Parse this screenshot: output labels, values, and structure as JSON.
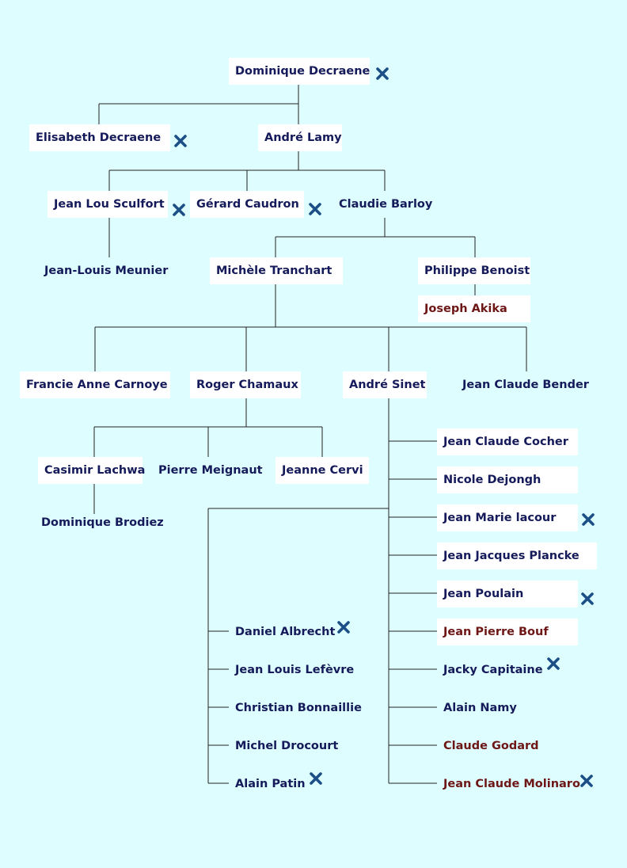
{
  "colors": {
    "background": "#ddfdff",
    "node_text": "#151a5a",
    "highlight_text": "#6e1616",
    "box_fill": "#ffffff",
    "deceased_mark": "#1b4f86"
  },
  "nodes": [
    {
      "id": "decraene_d",
      "name": "Dominique Decraene",
      "deceased": true
    },
    {
      "id": "decraene_e",
      "name": "Elisabeth Decraene",
      "deceased": true
    },
    {
      "id": "lamy",
      "name": "André Lamy",
      "deceased": false
    },
    {
      "id": "sculfort",
      "name": "Jean Lou Sculfort",
      "deceased": true
    },
    {
      "id": "caudron",
      "name": "Gérard Caudron",
      "deceased": true
    },
    {
      "id": "barloy",
      "name": "Claudie Barloy",
      "deceased": false
    },
    {
      "id": "meunier",
      "name": "Jean-Louis Meunier",
      "deceased": false
    },
    {
      "id": "tranchart",
      "name": "Michèle Tranchart",
      "deceased": false
    },
    {
      "id": "benoist",
      "name": "Philippe Benoist",
      "deceased": false
    },
    {
      "id": "akika",
      "name": "Joseph Akika",
      "deceased": false
    },
    {
      "id": "carnoye",
      "name": "Francie Anne Carnoye",
      "deceased": false
    },
    {
      "id": "chamaux",
      "name": "Roger Chamaux",
      "deceased": false
    },
    {
      "id": "sinet",
      "name": "André Sinet",
      "deceased": false
    },
    {
      "id": "bender",
      "name": "Jean Claude Bender",
      "deceased": false
    },
    {
      "id": "lachwa",
      "name": "Casimir Lachwa",
      "deceased": false
    },
    {
      "id": "meignaut",
      "name": "Pierre Meignaut",
      "deceased": false
    },
    {
      "id": "cervi",
      "name": "Jeanne Cervi",
      "deceased": false
    },
    {
      "id": "brodiez",
      "name": "Dominique Brodiez",
      "deceased": false
    },
    {
      "id": "cocher",
      "name": "Jean Claude Cocher",
      "deceased": false
    },
    {
      "id": "dejongh",
      "name": "Nicole Dejongh",
      "deceased": false
    },
    {
      "id": "lacour",
      "name": "Jean Marie lacour",
      "deceased": true
    },
    {
      "id": "plancke",
      "name": "Jean Jacques Plancke",
      "deceased": false
    },
    {
      "id": "poulain",
      "name": "Jean Poulain",
      "deceased": true
    },
    {
      "id": "bouf",
      "name": "Jean Pierre Bouf",
      "deceased": false
    },
    {
      "id": "capitaine",
      "name": "Jacky Capitaine",
      "deceased": true
    },
    {
      "id": "namy",
      "name": "Alain Namy",
      "deceased": false
    },
    {
      "id": "godard",
      "name": "Claude Godard",
      "deceased": false
    },
    {
      "id": "molinaro",
      "name": "Jean Claude Molinaro",
      "deceased": true
    },
    {
      "id": "albrecht",
      "name": "Daniel Albrecht",
      "deceased": true
    },
    {
      "id": "lefevre",
      "name": "Jean Louis Lefèvre",
      "deceased": false
    },
    {
      "id": "bonnaillie",
      "name": "Christian Bonnaillie",
      "deceased": false
    },
    {
      "id": "drocourt",
      "name": "Michel Drocourt",
      "deceased": false
    },
    {
      "id": "patin",
      "name": "Alain Patin",
      "deceased": true
    }
  ],
  "edges": [
    [
      "decraene_d",
      "decraene_e"
    ],
    [
      "decraene_d",
      "lamy"
    ],
    [
      "lamy",
      "sculfort"
    ],
    [
      "lamy",
      "caudron"
    ],
    [
      "lamy",
      "barloy"
    ],
    [
      "sculfort",
      "meunier"
    ],
    [
      "barloy",
      "tranchart"
    ],
    [
      "barloy",
      "benoist"
    ],
    [
      "benoist",
      "akika"
    ],
    [
      "tranchart",
      "carnoye"
    ],
    [
      "tranchart",
      "chamaux"
    ],
    [
      "tranchart",
      "sinet"
    ],
    [
      "tranchart",
      "bender"
    ],
    [
      "chamaux",
      "lachwa"
    ],
    [
      "chamaux",
      "meignaut"
    ],
    [
      "chamaux",
      "cervi"
    ],
    [
      "lachwa",
      "brodiez"
    ],
    [
      "sinet",
      "cocher"
    ],
    [
      "sinet",
      "dejongh"
    ],
    [
      "sinet",
      "lacour"
    ],
    [
      "sinet",
      "plancke"
    ],
    [
      "sinet",
      "poulain"
    ],
    [
      "sinet",
      "bouf"
    ],
    [
      "sinet",
      "capitaine"
    ],
    [
      "sinet",
      "namy"
    ],
    [
      "sinet",
      "godard"
    ],
    [
      "sinet",
      "molinaro"
    ],
    [
      "sinet",
      "albrecht"
    ],
    [
      "sinet",
      "lefevre"
    ],
    [
      "sinet",
      "bonnaillie"
    ],
    [
      "sinet",
      "drocourt"
    ],
    [
      "sinet",
      "patin"
    ]
  ]
}
